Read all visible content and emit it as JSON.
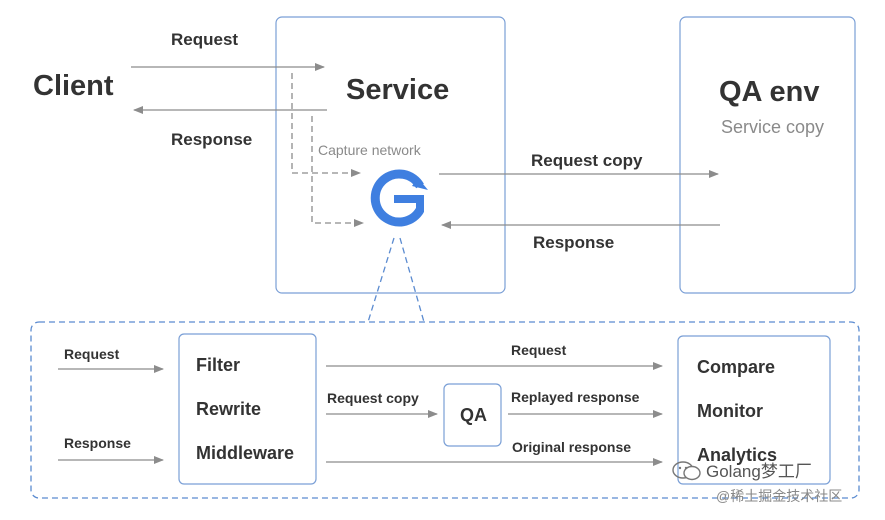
{
  "top": {
    "client_label": "Client",
    "service_label": "Service",
    "qa_env_label": "QA env",
    "service_copy_label": "Service copy",
    "request_label": "Request",
    "response_label": "Response",
    "capture_network_label": "Capture network",
    "request_copy_label": "Request copy",
    "qa_response_label": "Response"
  },
  "bottom": {
    "input_request_label": "Request",
    "input_response_label": "Response",
    "processing_items": [
      "Filter",
      "Rewrite",
      "Middleware"
    ],
    "arrow_request_label": "Request",
    "arrow_request_copy_label": "Request copy",
    "qa_label": "QA",
    "replayed_response_label": "Replayed response",
    "original_response_label": "Original response",
    "output_items": [
      "Compare",
      "Monitor",
      "Analytics"
    ]
  },
  "watermark": {
    "line1": "Golang梦工厂",
    "line2": "@稀土掘金技术社区"
  },
  "colors": {
    "box_border": "#7a9fd6",
    "dashed_border": "#5b8bd0",
    "arrow": "#8c8c8c",
    "logo_blue": "#3f7fe0",
    "text_dark": "#333333",
    "text_gray": "#8a8a8a"
  },
  "icons": {
    "capture_logo": "goreplay-logo-icon",
    "watermark_logo": "wechat-icon"
  }
}
